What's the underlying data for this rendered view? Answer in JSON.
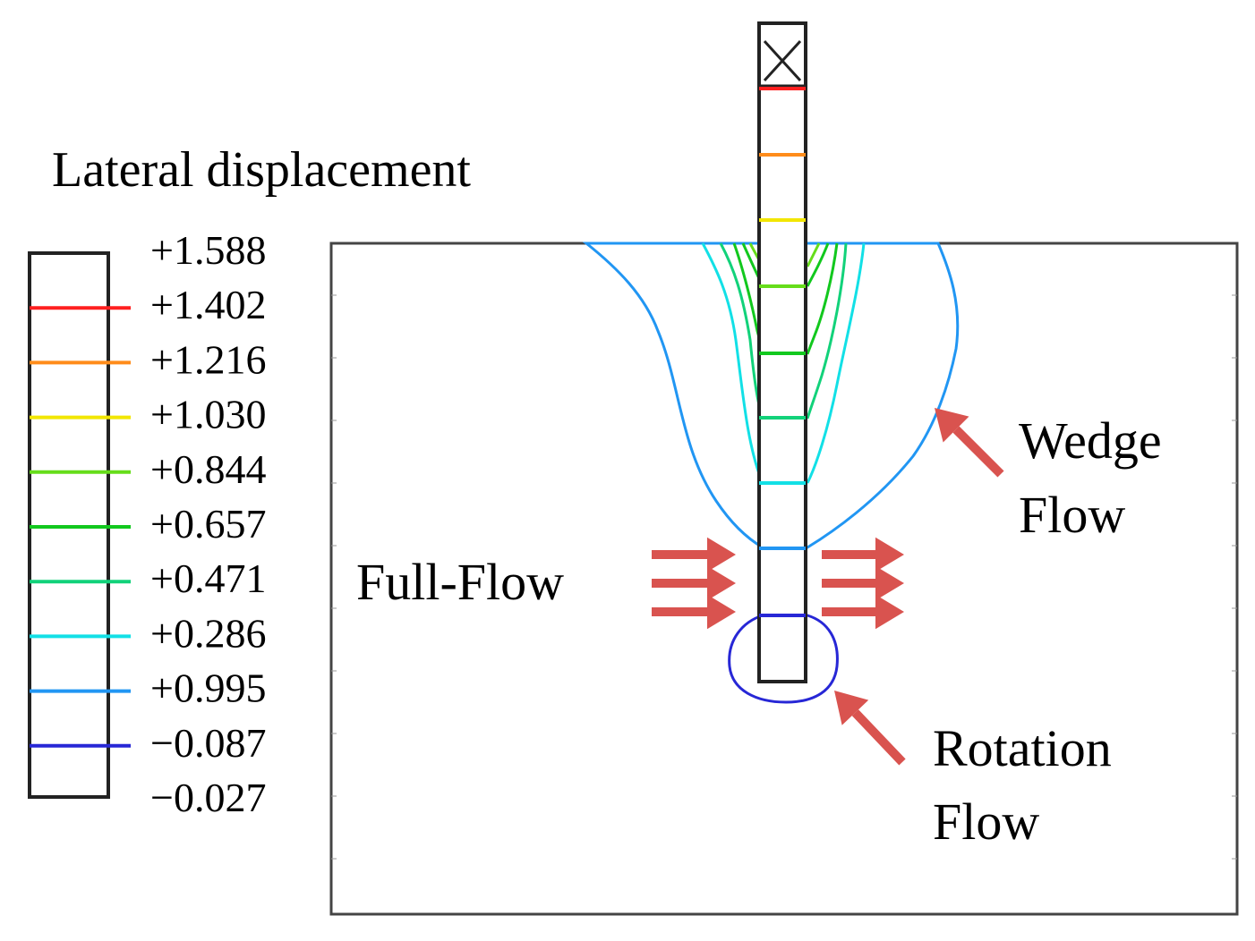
{
  "legend": {
    "title": "Lateral displacement",
    "entries": [
      {
        "label": "+1.588",
        "color": ""
      },
      {
        "label": "+1.402",
        "color": "#ff2020"
      },
      {
        "label": "+1.216",
        "color": "#ff8c1a"
      },
      {
        "label": "+1.030",
        "color": "#f2e600"
      },
      {
        "label": "+0.844",
        "color": "#66dd1a"
      },
      {
        "label": "+0.657",
        "color": "#12c81e"
      },
      {
        "label": "+0.471",
        "color": "#12d27a"
      },
      {
        "label": "+0.286",
        "color": "#12e0e6"
      },
      {
        "label": "+0.995",
        "color": "#2196f3"
      },
      {
        "label": "−0.087",
        "color": "#2727d6"
      },
      {
        "label": "−0.027",
        "color": ""
      }
    ]
  },
  "annotations": {
    "wedge_line1": "Wedge",
    "wedge_line2": "Flow",
    "full_flow": "Full-Flow",
    "rotation_line1": "Rotation",
    "rotation_line2": "Flow"
  },
  "colors": {
    "arrow": "#d9534f",
    "outline": "#333333"
  }
}
